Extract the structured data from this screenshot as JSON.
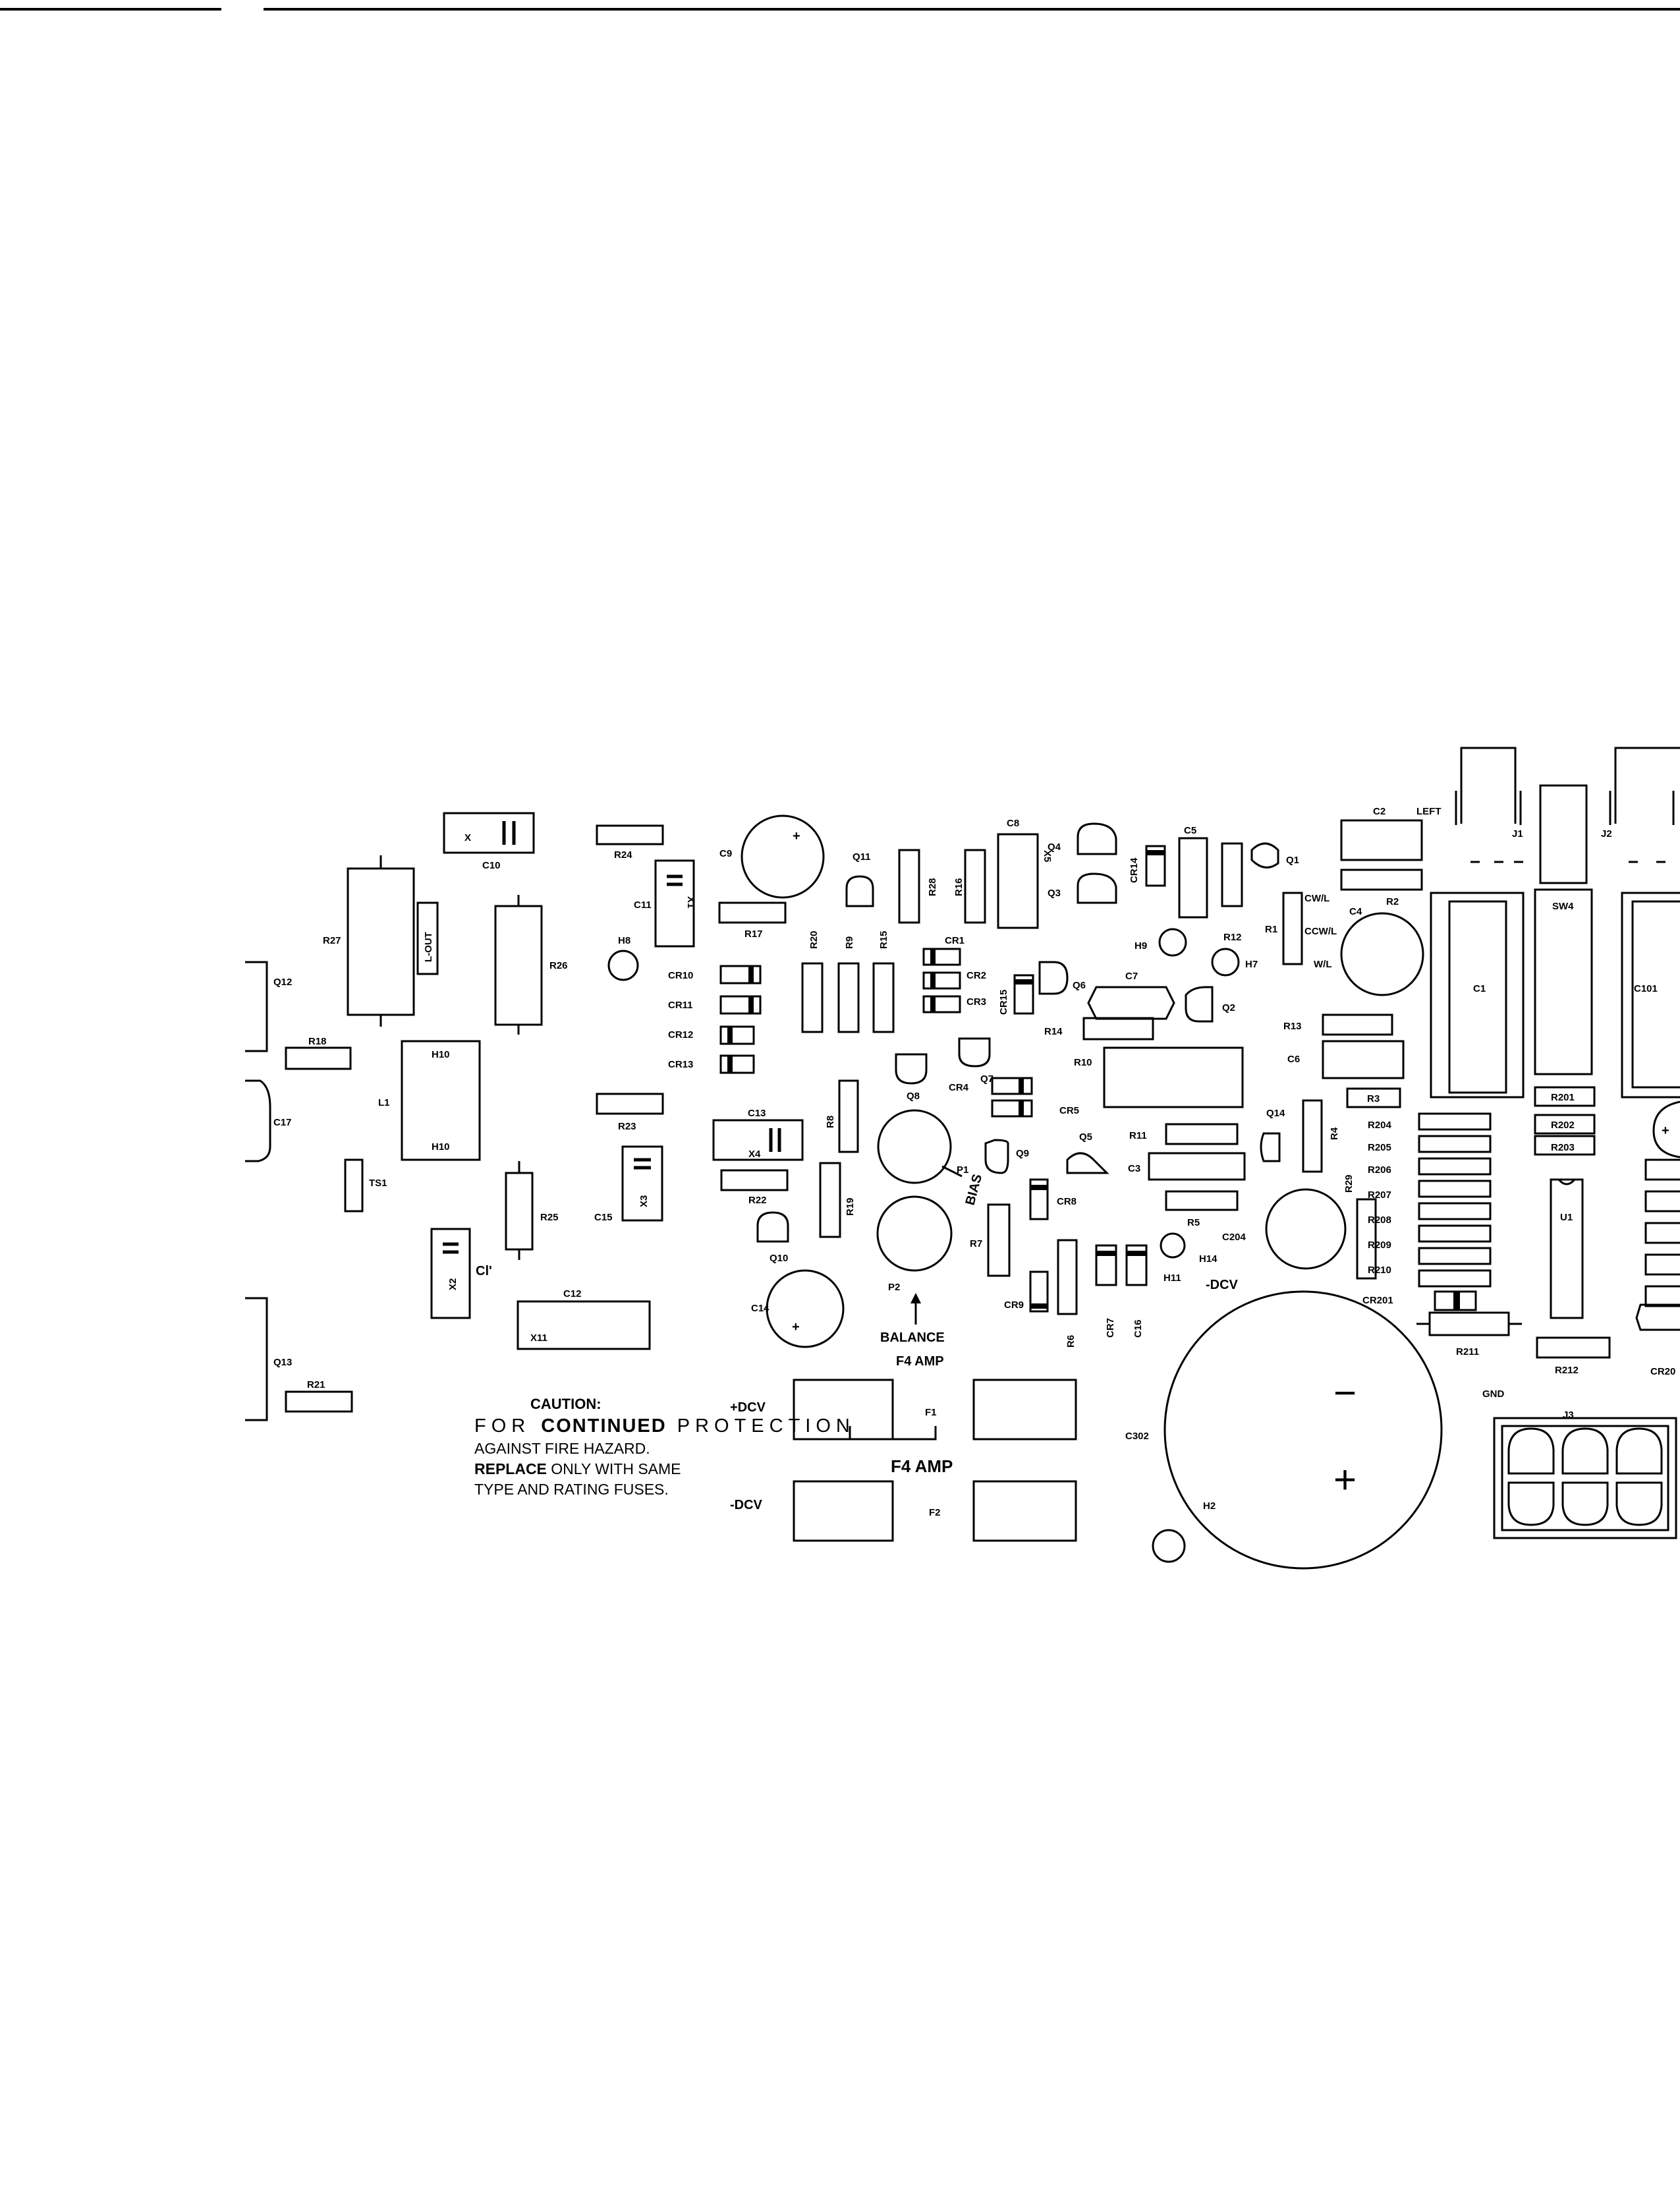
{
  "labels": {
    "C10": "C10",
    "X_C10": "X",
    "R24": "R24",
    "C9": "C9",
    "Q11": "Q11",
    "R28": "R28",
    "R16": "R16",
    "C8": "C8",
    "X5": "X5",
    "Q4": "Q4",
    "Q3": "Q3",
    "CR14": "CR14",
    "C5": "C5",
    "Q1": "Q1",
    "C2": "C2",
    "LEFT": "LEFT",
    "J1": "J1",
    "J2": "J2",
    "R27": "R27",
    "LOUT": "L-OUT",
    "R26": "R26",
    "C11": "C11",
    "X1": "X1",
    "R17": "R17",
    "H8": "H8",
    "R20": "R20",
    "R9": "R9",
    "R15": "R15",
    "CR1": "CR1",
    "CR2": "CR2",
    "CR3": "CR3",
    "CR15": "CR15",
    "Q6": "Q6",
    "H9": "H9",
    "R12": "R12",
    "H7": "H7",
    "R1": "R1",
    "CWL": "CW/L",
    "CCWL": "CCW/L",
    "WL": "W/L",
    "C4": "C4",
    "R2": "R2",
    "SW4": "SW4",
    "C1": "C1",
    "C101": "C101",
    "Q12": "Q12",
    "CR10": "CR10",
    "CR11": "CR11",
    "CR12": "CR12",
    "CR13": "CR13",
    "C7": "C7",
    "Q2": "Q2",
    "R14": "R14",
    "R13": "R13",
    "C6": "C6",
    "R18": "R18",
    "H10a": "H10",
    "H10b": "H10",
    "L1": "L1",
    "C17": "C17",
    "Q8": "Q8",
    "Q7": "Q7",
    "CR4": "CR4",
    "R10": "R10",
    "R3": "R3",
    "R201": "R201",
    "R202": "R202",
    "R203": "R203",
    "R23": "R23",
    "C13a": "C13",
    "X4": "X4",
    "R8": "R8",
    "CR5": "CR5",
    "Q5": "Q5",
    "R11": "R11",
    "C3": "C3",
    "Q14": "Q14",
    "R4": "R4",
    "R204": "R204",
    "R205": "R205",
    "R206": "R206",
    "R207": "R207",
    "R208": "R208",
    "R209": "R209",
    "R210": "R210",
    "R29": "R29",
    "TS1": "TS1",
    "R22": "R22",
    "Q9": "Q9",
    "P1": "P1",
    "BIAS": "BIAS",
    "CR8": "CR8",
    "R25": "R25",
    "C15": "C15",
    "X3": "X3",
    "R19": "R19",
    "R7": "R7",
    "R5": "R5",
    "C204": "C204",
    "U1": "U1",
    "Q10": "Q10",
    "X2": "X2",
    "C1p": "Cl'",
    "C12": "C12",
    "X11": "X11",
    "H14": "H14",
    "H11": "H11",
    "DCV_neg_top": "-DCV",
    "CR7": "CR7",
    "C16": "C16",
    "CR201": "CR201",
    "C14": "C14",
    "P2": "P2",
    "CR9": "CR9",
    "R6": "R6",
    "BALANCE": "BALANCE",
    "R211": "R211",
    "R212": "R212",
    "CR202": "CR20",
    "Q13": "Q13",
    "R21": "R21",
    "F4AMP_top": "F4 AMP",
    "GND": "GND",
    "J3": "J3",
    "DCV_pos": "+DCV",
    "F1": "F1",
    "C302": "C302",
    "F4AMP_bottom": "F4 AMP",
    "DCV_neg": "-DCV",
    "F2": "F2",
    "H2": "H2",
    "minus": "−",
    "plus": "+"
  },
  "caution": {
    "heading": "CAUTION:",
    "line1_a": "FOR ",
    "line1_b": "CONTINUED",
    "line1_c": " PROTECTION",
    "line2": "AGAINST FIRE HAZARD.",
    "line3_a": "REPLACE",
    "line3_b": " ONLY WITH SAME",
    "line4": "TYPE AND RATING FUSES."
  }
}
